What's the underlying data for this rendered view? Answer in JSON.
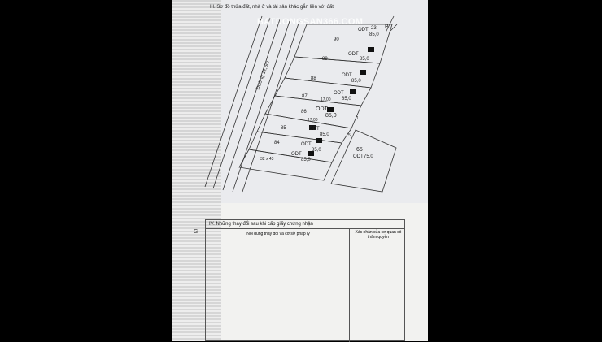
{
  "header": {
    "section_title": "III. Sơ đồ thửa đất, nhà ở và tài sản khác gắn liền với đất"
  },
  "watermark": "BATDONGSAN366.COM",
  "map": {
    "north_mark": "B",
    "road_label": "Đường 12,5m",
    "lots": [
      {
        "number": "90",
        "use": "ODT",
        "sub": "23",
        "area": "85,0"
      },
      {
        "number": "89",
        "use": "ODT",
        "area": "85,0"
      },
      {
        "number": "88",
        "use": "ODT",
        "area": "85,0"
      },
      {
        "number": "87",
        "use": "ODT",
        "area": "85,0"
      },
      {
        "number": "86",
        "use": "ODT",
        "area": "85,0"
      },
      {
        "number": "85",
        "use": "ODT",
        "area": "85,0"
      },
      {
        "number": "84",
        "use": "ODT",
        "area": "85,0"
      },
      {
        "number": "65",
        "use": "ODT",
        "area": "75,0"
      }
    ],
    "corner_label": "32 x 43",
    "dims": [
      "17,00",
      "17,00",
      "5",
      "1"
    ]
  },
  "changes_form": {
    "title": "IV. Những thay đổi sau khi cấp giấy chứng nhận",
    "col_content": "Nội dung thay đổi và cơ sở pháp lý",
    "col_confirm": "Xác nhận của cơ quan có thẩm quyền",
    "side_letter": "G"
  }
}
